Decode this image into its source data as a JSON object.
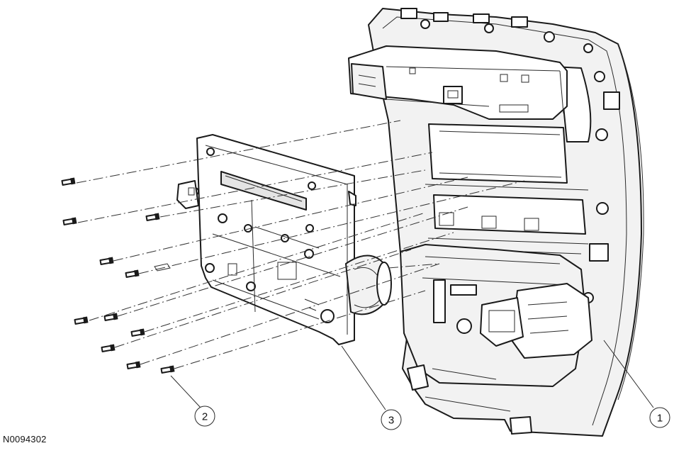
{
  "figure": {
    "reference_code": "N0094302",
    "callouts": [
      {
        "id": "1",
        "label": "1"
      },
      {
        "id": "2",
        "label": "2"
      },
      {
        "id": "3",
        "label": "3"
      }
    ]
  }
}
